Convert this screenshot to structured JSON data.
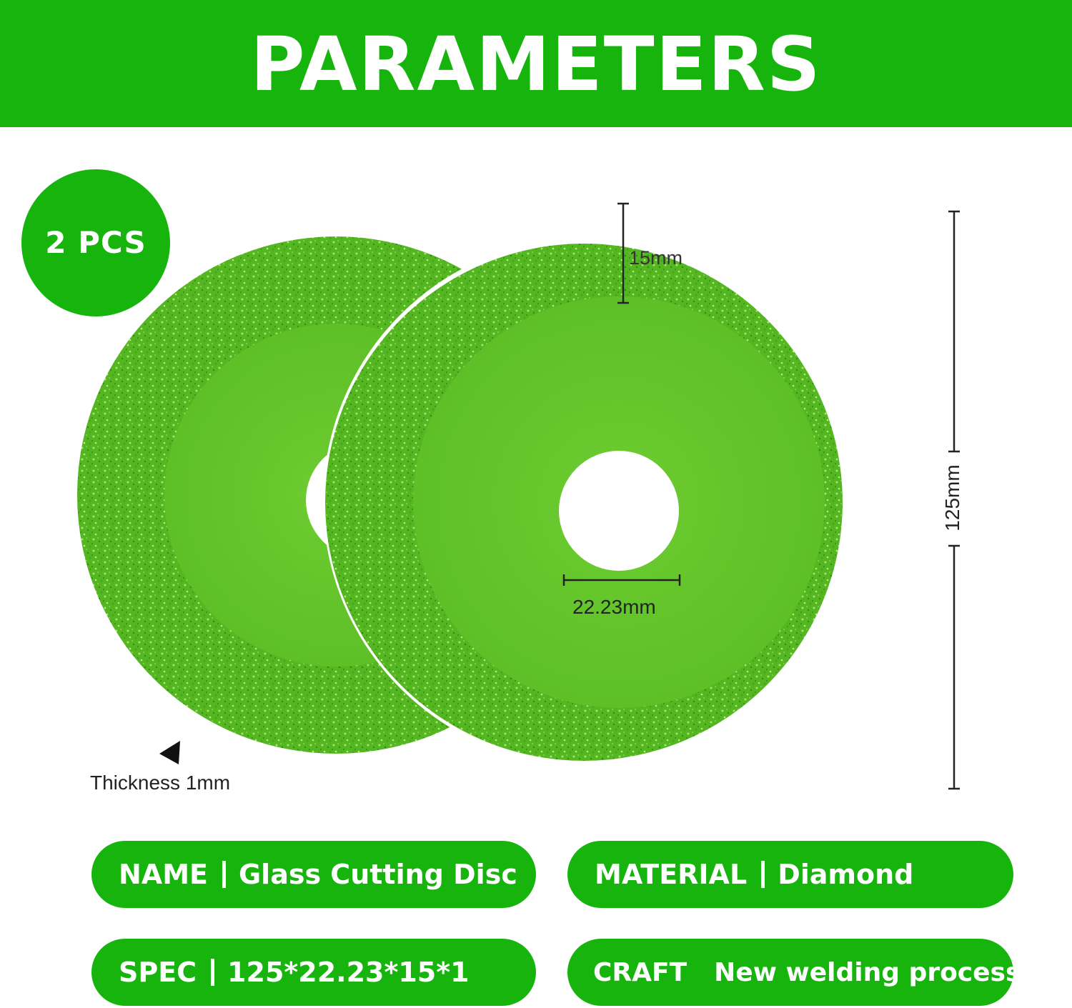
{
  "header": {
    "title": "PARAMETERS"
  },
  "badge": {
    "text": "2 PCS"
  },
  "dimensions": {
    "rim_width": "15mm",
    "bore": "22.23mm",
    "diameter": "125mm",
    "thickness": "Thickness 1mm"
  },
  "specs": {
    "name": {
      "label": "NAME",
      "value": "Glass Cutting Disc"
    },
    "material": {
      "label": "MATERIAL",
      "value": "Diamond"
    },
    "spec": {
      "label": "SPEC",
      "value": "125*22.23*15*1"
    },
    "craft": {
      "label": "CRAFT",
      "value": "New welding process"
    }
  },
  "colors": {
    "brand_green": "#17b40e",
    "disc_green": "#62c52b",
    "disc_rim": "#56b824",
    "text_dark": "#222222"
  }
}
